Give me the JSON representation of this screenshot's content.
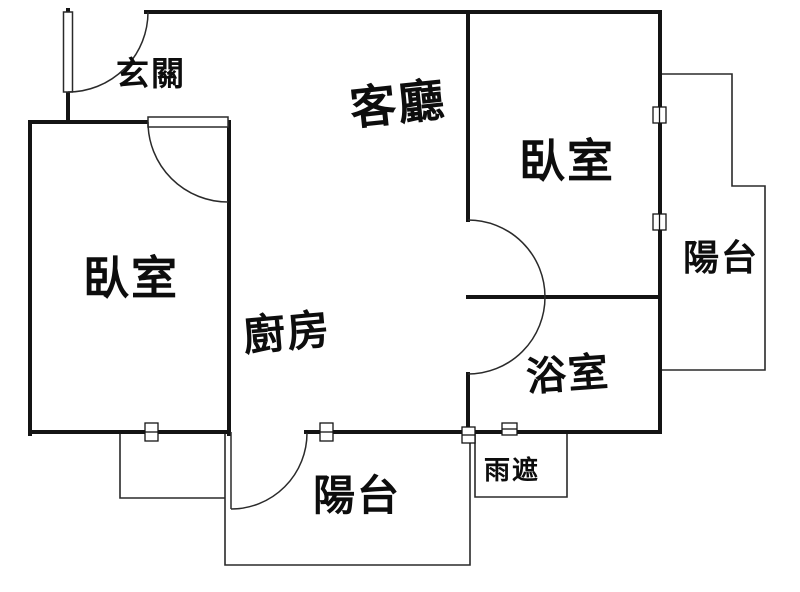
{
  "floorplan": {
    "background_color": "#ffffff",
    "wall_color": "#141414",
    "line_color": "#2a2a2a",
    "rooms": [
      {
        "id": "entrance",
        "label": "玄關"
      },
      {
        "id": "living-room",
        "label": "客廳"
      },
      {
        "id": "bedroom-right",
        "label": "臥室"
      },
      {
        "id": "balcony-right",
        "label": "陽台"
      },
      {
        "id": "bedroom-left",
        "label": "臥室"
      },
      {
        "id": "kitchen",
        "label": "廚房"
      },
      {
        "id": "bathroom",
        "label": "浴室"
      },
      {
        "id": "rain-shelter",
        "label": "雨遮"
      },
      {
        "id": "balcony-bottom",
        "label": "陽台"
      }
    ]
  }
}
